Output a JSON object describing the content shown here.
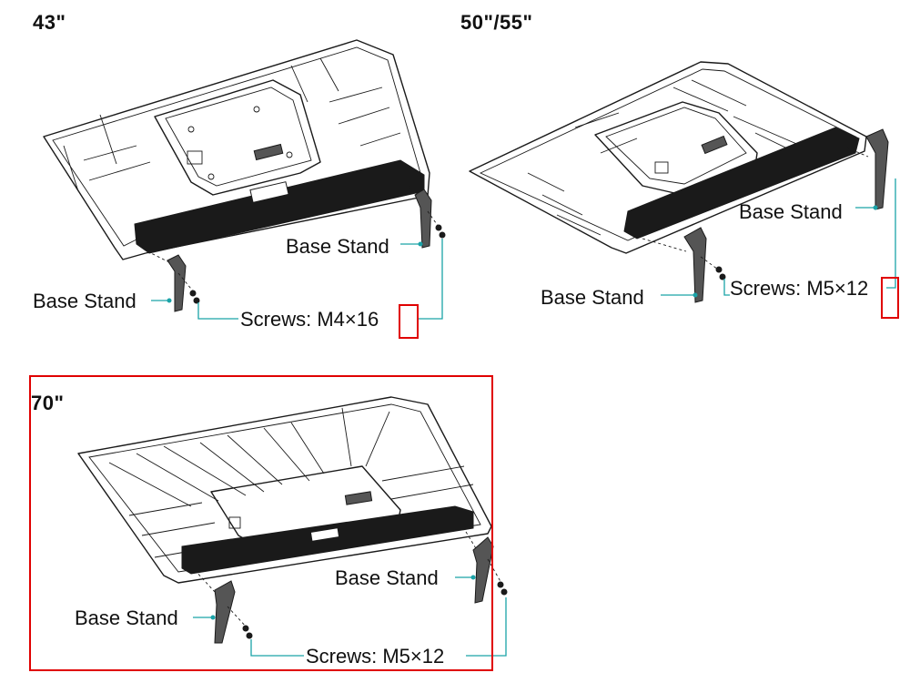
{
  "panels": [
    {
      "size": "43\"",
      "left_stand": "Base Stand",
      "right_stand": "Base Stand",
      "screws": "Screws: M4×16"
    },
    {
      "size": "50\"/55\"",
      "right_stand": "Base Stand",
      "left_stand": "Base Stand",
      "screws": "Screws: M5×12"
    },
    {
      "size": "70\"",
      "right_stand": "Base Stand",
      "left_stand": "Base Stand",
      "screws": "Screws: M5×12"
    }
  ],
  "colors": {
    "leader_line": "#1aa3a8",
    "highlight": "#e00000",
    "outline": "#1a1a1a"
  }
}
